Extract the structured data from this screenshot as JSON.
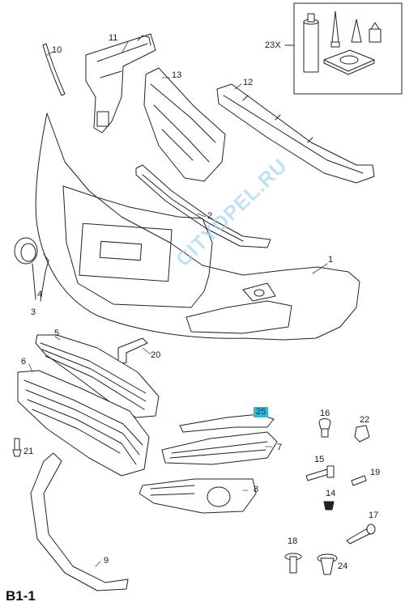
{
  "page_code": "B1-1",
  "watermark": "CITYOPEL.RU",
  "highlight_color": "#35b6d6",
  "parts": [
    {
      "id": "p1",
      "number": "1"
    },
    {
      "id": "p2",
      "number": "2"
    },
    {
      "id": "p3",
      "number": "3"
    },
    {
      "id": "p4",
      "number": "4"
    },
    {
      "id": "p5",
      "number": "5"
    },
    {
      "id": "p6",
      "number": "6"
    },
    {
      "id": "p7",
      "number": "7"
    },
    {
      "id": "p8",
      "number": "8"
    },
    {
      "id": "p9",
      "number": "9"
    },
    {
      "id": "p10",
      "number": "10"
    },
    {
      "id": "p11",
      "number": "11"
    },
    {
      "id": "p12",
      "number": "12"
    },
    {
      "id": "p13",
      "number": "13"
    },
    {
      "id": "p14",
      "number": "14"
    },
    {
      "id": "p15",
      "number": "15"
    },
    {
      "id": "p16",
      "number": "16"
    },
    {
      "id": "p17",
      "number": "17"
    },
    {
      "id": "p18",
      "number": "18"
    },
    {
      "id": "p19",
      "number": "19"
    },
    {
      "id": "p20",
      "number": "20"
    },
    {
      "id": "p21",
      "number": "21"
    },
    {
      "id": "p22",
      "number": "22"
    },
    {
      "id": "p23",
      "number": "23X"
    },
    {
      "id": "p24",
      "number": "24"
    },
    {
      "id": "p25",
      "number": "25",
      "highlighted": true
    }
  ]
}
